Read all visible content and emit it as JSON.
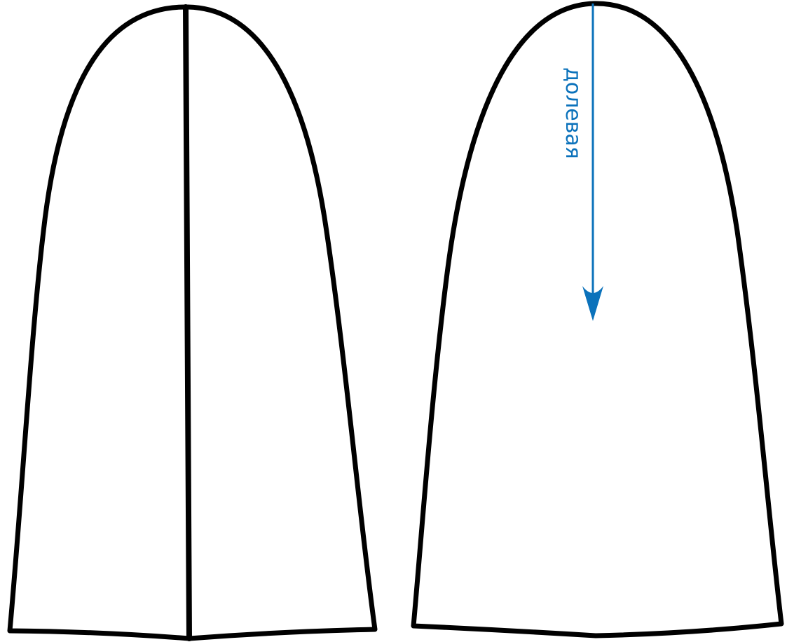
{
  "pattern": {
    "grain_label": "долевая",
    "grain_color": "#0B72BB",
    "outline_color": "#000000",
    "pieces": [
      {
        "name": "piece-with-center-seam",
        "has_center_seam": true,
        "has_grain_arrow": false
      },
      {
        "name": "piece-with-grain-arrow",
        "has_center_seam": false,
        "has_grain_arrow": true
      }
    ]
  }
}
